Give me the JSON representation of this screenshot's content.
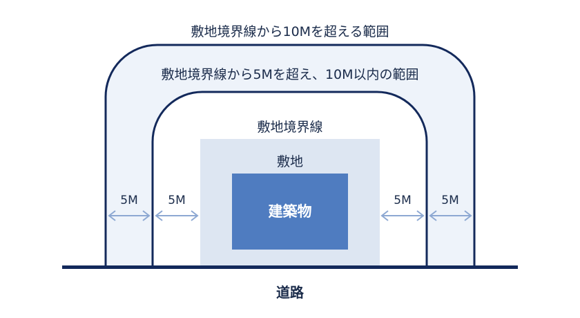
{
  "labels": {
    "outer_zone": "敷地境界線から10Mを超える範囲",
    "middle_zone": "敷地境界線から5Mを超え、10M以内の範囲",
    "boundary": "敷地境界線",
    "site": "敷地",
    "building": "建築物",
    "road": "道路"
  },
  "distances": {
    "outer_left": "5M",
    "inner_left": "5M",
    "inner_right": "5M",
    "outer_right": "5M"
  },
  "colors": {
    "outline": "#13295b",
    "outer_fill": "#eef3fa",
    "site_fill": "#dde6f2",
    "building_fill": "#4f7cc0",
    "arrow": "#8da8d2",
    "road": "#13295b"
  }
}
